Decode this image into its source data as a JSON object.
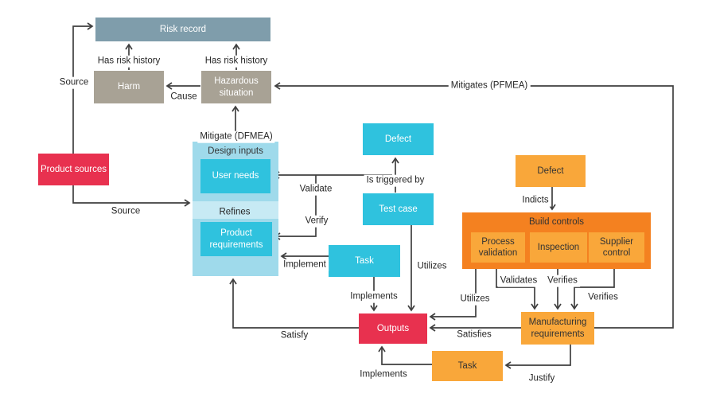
{
  "nodes": {
    "risk_record": "Risk record",
    "harm": "Harm",
    "hazardous_situation": "Hazardous situation",
    "product_sources": "Product sources",
    "design_inputs": "Design inputs",
    "user_needs": "User needs",
    "product_requirements": "Product requirements",
    "defect_design": "Defect",
    "test_case": "Test case",
    "task_design": "Task",
    "outputs": "Outputs",
    "defect_build": "Defect",
    "build_controls": "Build controls",
    "process_validation": "Process validation",
    "inspection": "Inspection",
    "supplier_control": "Supplier control",
    "manufacturing_requirements": "Manufacturing requirements",
    "task_build": "Task"
  },
  "edge_labels": {
    "source_risk": "Source",
    "source_design": "Source",
    "has_risk_history_harm": "Has risk history",
    "has_risk_history_hazard": "Has risk history",
    "cause": "Cause",
    "mitigate_dfmea": "Mitigate (DFMEA)",
    "mitigates_pfmea": "Mitigates (PFMEA)",
    "refines": "Refines",
    "validate": "Validate",
    "verify": "Verify",
    "is_triggered_by": "Is triggered by",
    "implement": "Implement",
    "implements_task": "Implements",
    "utilizes_testcase": "Utilizes",
    "utilizes_build": "Utilizes",
    "validates": "Validates",
    "verifies_inspection": "Verifies",
    "verifies_supplier": "Verifies",
    "satisfies": "Satisfies",
    "satisfy": "Satisfy",
    "justify": "Justify",
    "implements_build_task": "Implements",
    "indicts": "Indicts"
  },
  "colors": {
    "slate": "#7f9dab",
    "tan": "#a8a295",
    "crimson": "#e8314f",
    "cyan": "#2fc2de",
    "light_blue": "#9fdaeb",
    "band_blue": "#c7eaf4",
    "orange_dark": "#f48120",
    "orange": "#f9a73a",
    "line": "#3f3f3f"
  }
}
